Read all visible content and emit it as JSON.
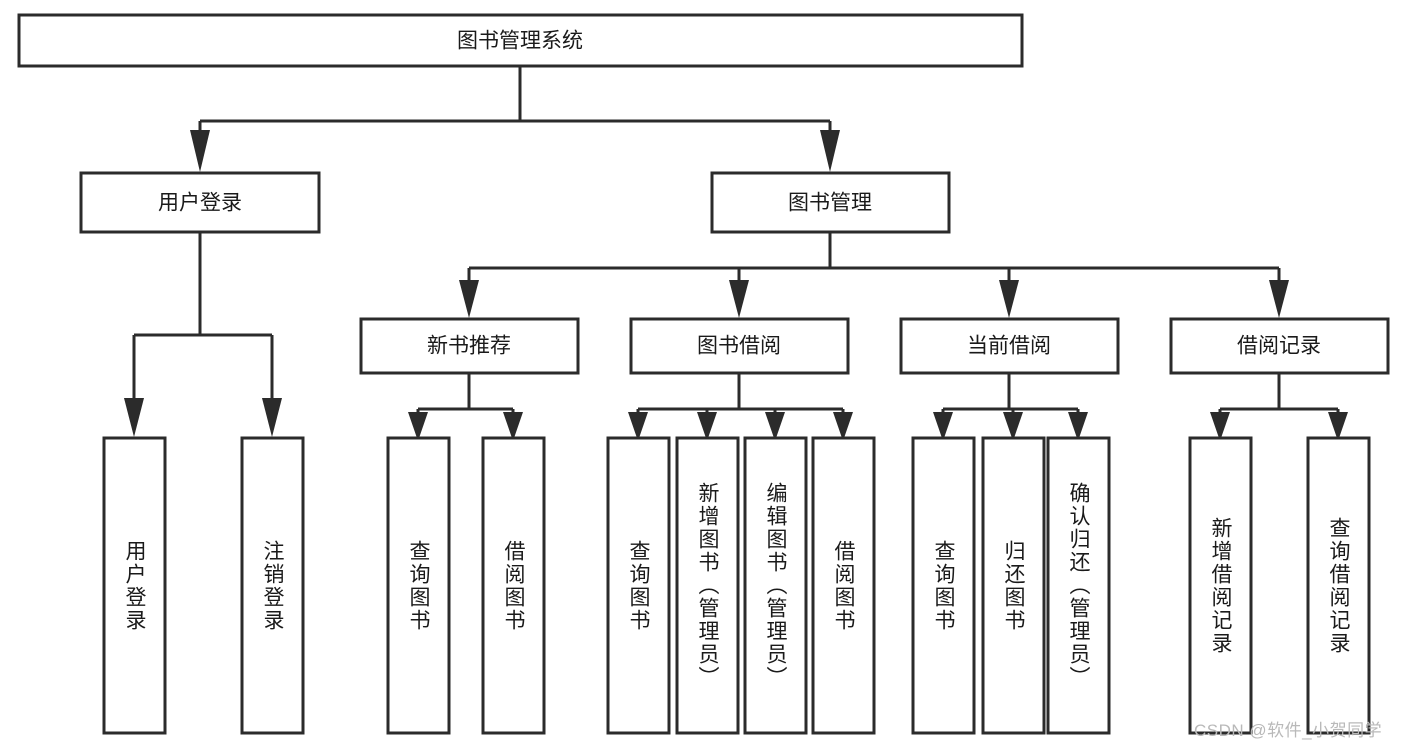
{
  "diagram": {
    "title": "图书管理系统",
    "type": "tree",
    "theme": {
      "background": "#ffffff",
      "box_fill": "#ffffff",
      "box_stroke": "#2b2b2b",
      "connector": "#2b2b2b",
      "text": "#1a1a1a",
      "watermark": "#b9b9b9"
    },
    "levels": {
      "root": {
        "label": "图书管理系统"
      },
      "level2": [
        {
          "id": "user-login",
          "label": "用户登录"
        },
        {
          "id": "book-management",
          "label": "图书管理"
        }
      ],
      "level3": [
        {
          "id": "new-book-recommend",
          "label": "新书推荐",
          "parent": "book-management"
        },
        {
          "id": "book-borrow",
          "label": "图书借阅",
          "parent": "book-management"
        },
        {
          "id": "current-borrow",
          "label": "当前借阅",
          "parent": "book-management"
        },
        {
          "id": "borrow-record",
          "label": "借阅记录",
          "parent": "book-management"
        }
      ],
      "leaves": [
        {
          "id": "leaf-user-login",
          "label": "用户登录",
          "parent": "user-login"
        },
        {
          "id": "leaf-user-logout",
          "label": "注销登录",
          "parent": "user-login"
        },
        {
          "id": "leaf-query-book-1",
          "label": "查询图书",
          "parent": "new-book-recommend"
        },
        {
          "id": "leaf-borrow-book-1",
          "label": "借阅图书",
          "parent": "new-book-recommend"
        },
        {
          "id": "leaf-query-book-2",
          "label": "查询图书",
          "parent": "book-borrow"
        },
        {
          "id": "leaf-add-book",
          "label": "新增图书（管理员）",
          "parent": "book-borrow"
        },
        {
          "id": "leaf-edit-book",
          "label": "编辑图书（管理员）",
          "parent": "book-borrow"
        },
        {
          "id": "leaf-borrow-book-2",
          "label": "借阅图书",
          "parent": "book-borrow"
        },
        {
          "id": "leaf-query-book-3",
          "label": "查询图书",
          "parent": "current-borrow"
        },
        {
          "id": "leaf-return-book",
          "label": "归还图书",
          "parent": "current-borrow"
        },
        {
          "id": "leaf-confirm-return",
          "label": "确认归还（管理员）",
          "parent": "current-borrow"
        },
        {
          "id": "leaf-add-record",
          "label": "新增借阅记录",
          "parent": "borrow-record"
        },
        {
          "id": "leaf-query-record",
          "label": "查询借阅记录",
          "parent": "borrow-record"
        }
      ]
    }
  },
  "watermark": {
    "text": "CSDN @软件_小贺同学"
  }
}
